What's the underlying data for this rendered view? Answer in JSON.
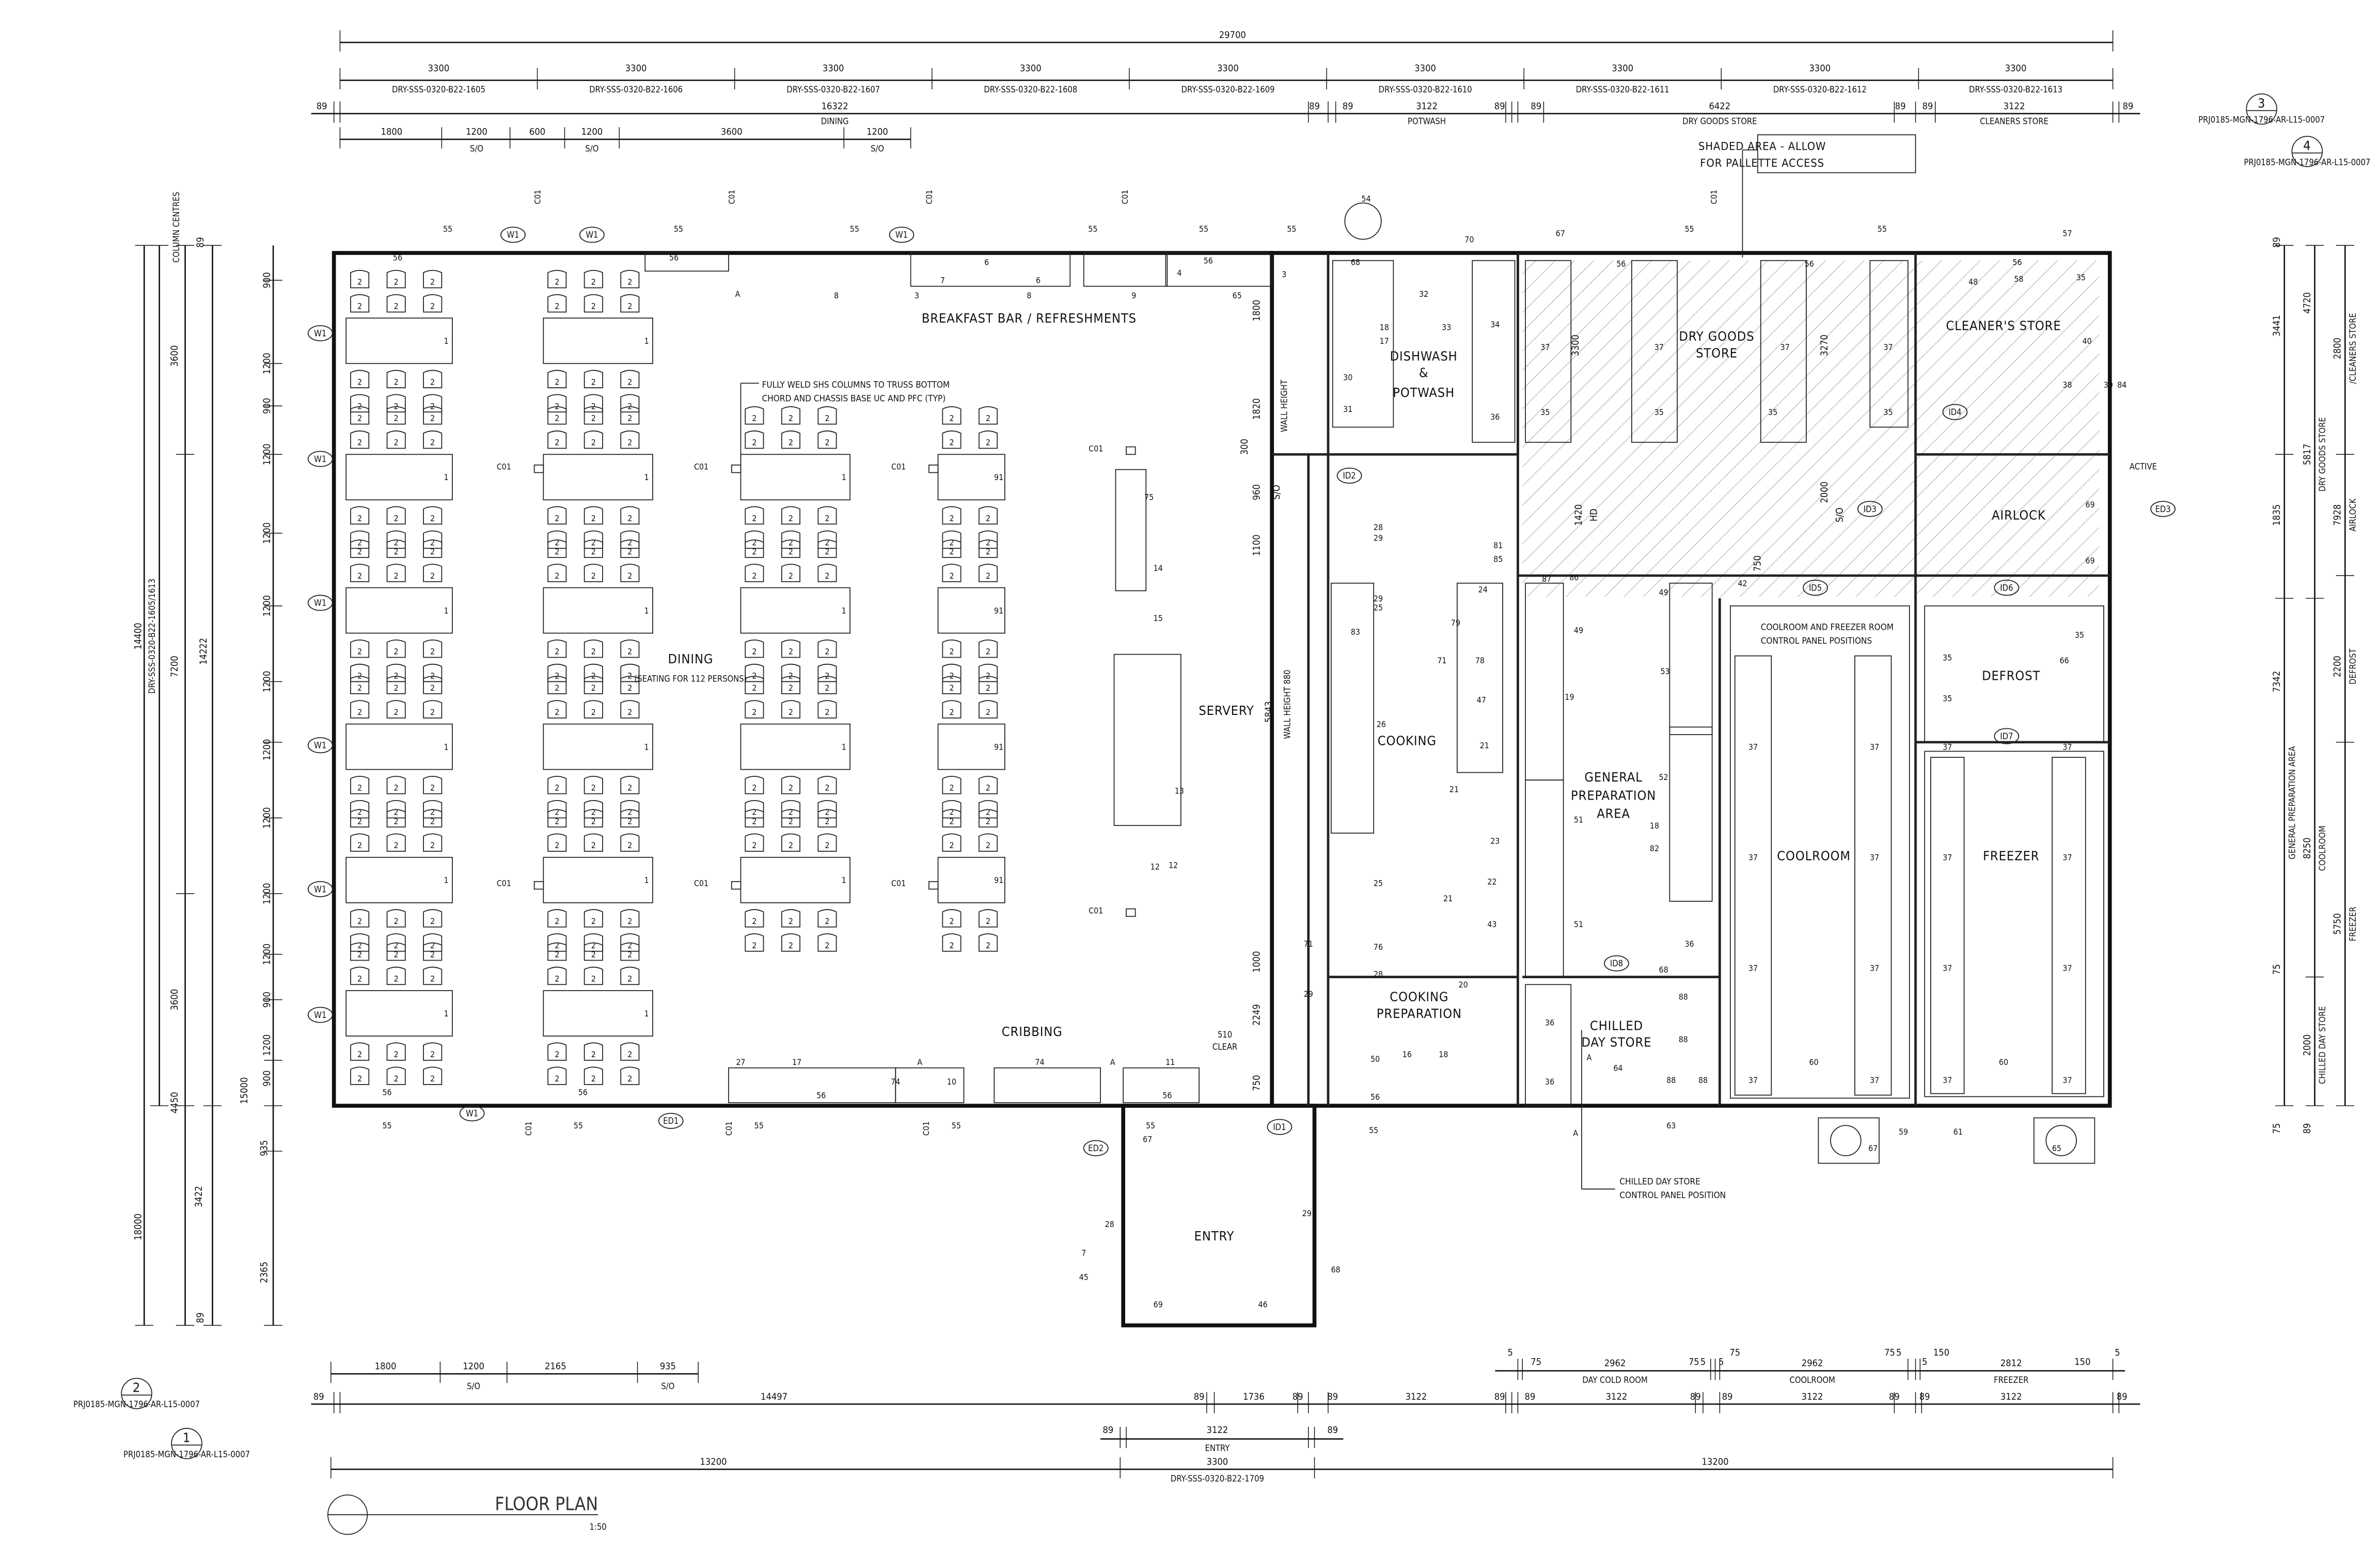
{
  "drawing": {
    "title": "FLOOR PLAN",
    "scale": "1:50"
  },
  "section_markers": [
    {
      "num": "3",
      "ref": "PRJ0185-MGN-1796-AR-L15-0007"
    },
    {
      "num": "4",
      "ref": "PRJ0185-MGN-1796-AR-L15-0007"
    },
    {
      "num": "2",
      "ref": "PRJ0185-MGN-1796-AR-L15-0007"
    },
    {
      "num": "1",
      "ref": "PRJ0185-MGN-1796-AR-L15-0007"
    }
  ],
  "top_dims": {
    "overall": "29700",
    "modules": [
      {
        "value": "3300",
        "ref": "DRY-SSS-0320-B22-1605"
      },
      {
        "value": "3300",
        "ref": "DRY-SSS-0320-B22-1606"
      },
      {
        "value": "3300",
        "ref": "DRY-SSS-0320-B22-1607"
      },
      {
        "value": "3300",
        "ref": "DRY-SSS-0320-B22-1608"
      },
      {
        "value": "3300",
        "ref": "DRY-SSS-0320-B22-1609"
      },
      {
        "value": "3300",
        "ref": "DRY-SSS-0320-B22-1610"
      },
      {
        "value": "3300",
        "ref": "DRY-SSS-0320-B22-1611"
      },
      {
        "value": "3300",
        "ref": "DRY-SSS-0320-B22-1612"
      },
      {
        "value": "3300",
        "ref": "DRY-SSS-0320-B22-1613"
      }
    ],
    "rooms": [
      {
        "value": "89"
      },
      {
        "value": "16322",
        "label": "DINING"
      },
      {
        "value": "89"
      },
      {
        "value": "89"
      },
      {
        "value": "3122",
        "label": "POTWASH"
      },
      {
        "value": "89"
      },
      {
        "value": "89"
      },
      {
        "value": "6422",
        "label": "DRY GOODS STORE"
      },
      {
        "value": "89"
      },
      {
        "value": "89"
      },
      {
        "value": "3122",
        "label": "CLEANERS STORE"
      },
      {
        "value": "89"
      }
    ],
    "openings": [
      {
        "value": "1800"
      },
      {
        "value": "1200",
        "label": "S/O"
      },
      {
        "value": "600"
      },
      {
        "value": "1200",
        "label": "S/O"
      },
      {
        "value": "3600"
      },
      {
        "value": "1200",
        "label": "S/O"
      }
    ]
  },
  "bottom_dims": {
    "openings": [
      {
        "value": "1800"
      },
      {
        "value": "1200",
        "label": "S/O"
      },
      {
        "value": "2165"
      },
      {
        "value": "935",
        "label": "S/O"
      }
    ],
    "cold_rooms": [
      {
        "value": "5"
      },
      {
        "value": "75"
      },
      {
        "value": "2962",
        "label": "DAY COLD ROOM"
      },
      {
        "value": "75"
      },
      {
        "value": "5"
      },
      {
        "value": "5"
      },
      {
        "value": "75"
      },
      {
        "value": "2962",
        "label": "COOLROOM"
      },
      {
        "value": "75"
      },
      {
        "value": "5"
      },
      {
        "value": "5"
      },
      {
        "value": "150"
      },
      {
        "value": "2812",
        "label": "FREEZER"
      },
      {
        "value": "150"
      },
      {
        "value": "5"
      }
    ],
    "modules": [
      {
        "value": "89"
      },
      {
        "value": "14497"
      },
      {
        "value": "89"
      },
      {
        "value": "1736"
      },
      {
        "value": "89"
      },
      {
        "value": "89"
      },
      {
        "value": "3122"
      },
      {
        "value": "89"
      },
      {
        "value": "89"
      },
      {
        "value": "3122"
      },
      {
        "value": "89"
      },
      {
        "value": "89"
      },
      {
        "value": "3122"
      },
      {
        "value": "89"
      },
      {
        "value": "89"
      },
      {
        "value": "3122"
      },
      {
        "value": "89"
      }
    ],
    "entry": [
      {
        "value": "89"
      },
      {
        "value": "3122",
        "label": "ENTRY"
      },
      {
        "value": "89"
      }
    ],
    "overall": [
      {
        "value": "13200"
      },
      {
        "value": "3300",
        "label": "DRY-SSS-0320-B22-1709"
      },
      {
        "value": "13200"
      }
    ]
  },
  "left_dims": {
    "column_centres": "COLUMN CENTRES",
    "overall": "18000",
    "building": "14400",
    "building_ref": "DRY-SSS-0320-B22-1605/1613",
    "segments": [
      "3600",
      "7200",
      "3600",
      "4450",
      "3422",
      "14222",
      "15000",
      "935",
      "2365",
      "89",
      "89"
    ],
    "module_spacing": [
      "900",
      "1200",
      "900",
      "1200",
      "1200",
      "1200",
      "1200",
      "1200",
      "1200",
      "1200",
      "1200",
      "900",
      "1200",
      "900"
    ]
  },
  "right_dims": [
    {
      "value": "3441"
    },
    {
      "value": "4720"
    },
    {
      "value": "5817",
      "label": "DRY GOODS STORE"
    },
    {
      "value": "2800",
      "label": "/CLEANERS STORE"
    },
    {
      "value": "7928",
      "label": "AIRLOCK"
    },
    {
      "value": "1835"
    },
    {
      "value": "7342",
      "label": "GENERAL PREPARATION AREA"
    },
    {
      "value": "8250",
      "label": "COOLROOM"
    },
    {
      "value": "2200",
      "label": "DEFROST"
    },
    {
      "value": "5750",
      "label": "FREEZER"
    },
    {
      "value": "2000",
      "label": "CHILLED DAY STORE"
    },
    {
      "value": "89"
    },
    {
      "value": "75"
    },
    {
      "value": "75"
    },
    {
      "value": "89"
    }
  ],
  "interior_dims": [
    "1800",
    "1820",
    "300",
    "960",
    "S/O",
    "1100",
    "5843",
    "1000",
    "2249",
    "750",
    "1420",
    "HD",
    "3300",
    "3270",
    "2000",
    "S/O",
    "750"
  ],
  "rooms": {
    "dining": "DINING",
    "dining_sub": "(SEATING FOR 112 PERSONS)",
    "breakfast": "BREAKFAST BAR / REFRESHMENTS",
    "servery": "SERVERY",
    "cribbing": "CRIBBING",
    "entry": "ENTRY",
    "dishwash_1": "DISHWASH",
    "dishwash_2": "&",
    "dishwash_3": "POTWASH",
    "cooking": "COOKING",
    "cooking_prep_1": "COOKING",
    "cooking_prep_2": "PREPARATION",
    "general_prep_1": "GENERAL",
    "general_prep_2": "PREPARATION",
    "general_prep_3": "AREA",
    "chilled_1": "CHILLED",
    "chilled_2": "DAY STORE",
    "dry_goods_1": "DRY GOODS",
    "dry_goods_2": "STORE",
    "cleaners": "CLEANER'S STORE",
    "airlock": "AIRLOCK",
    "defrost": "DEFROST",
    "coolroom": "COOLROOM",
    "freezer": "FREEZER",
    "active": "ACTIVE"
  },
  "notes": {
    "shaded_1": "SHADED AREA - ALLOW",
    "shaded_2": "FOR PALLETTE ACCESS",
    "weld_1": "FULLY WELD SHS COLUMNS TO TRUSS BOTTOM",
    "weld_2": "CHORD AND CHASSIS BASE UC AND PFC (TYP)",
    "coolroom_panel_1": "COOLROOM AND FREEZER ROOM",
    "coolroom_panel_2": "CONTROL PANEL POSITIONS",
    "chilled_panel_1": "CHILLED DAY STORE",
    "chilled_panel_2": "CONTROL PANEL POSITION",
    "wall_height_1820": "WALL HEIGHT",
    "wall_height_880": "WALL HEIGHT 880",
    "clear": "CLEAR",
    "clear_dim": "510"
  },
  "door_tags": [
    "W1",
    "W1",
    "W1",
    "W1",
    "W1",
    "W1",
    "W1",
    "W1",
    "W1",
    "W1",
    "ED1",
    "ED2",
    "ED3",
    "ID1",
    "ID2",
    "ID3",
    "ID4",
    "ID5",
    "ID6",
    "ID7",
    "ID8"
  ],
  "furniture": {
    "chair": "2",
    "table": "1",
    "table_alt": "91",
    "column": "C01"
  },
  "equipment_tags": [
    "55",
    "55",
    "55",
    "55",
    "55",
    "55",
    "55",
    "55",
    "56",
    "56",
    "56",
    "56",
    "56",
    "56",
    "55",
    "55",
    "55",
    "55",
    "55",
    "55",
    "56",
    "56",
    "56",
    "56",
    "56",
    "54",
    "70",
    "68",
    "67",
    "57",
    "48",
    "58",
    "35",
    "32",
    "33",
    "34",
    "18",
    "17",
    "30",
    "31",
    "36",
    "37",
    "37",
    "37",
    "37",
    "35",
    "35",
    "35",
    "35",
    "40",
    "38",
    "39",
    "84",
    "69",
    "69",
    "42",
    "49",
    "49",
    "53",
    "51",
    "51",
    "52",
    "18",
    "82",
    "36",
    "68",
    "88",
    "88",
    "88",
    "88",
    "64",
    "36",
    "36",
    "60",
    "60",
    "37",
    "37",
    "37",
    "37",
    "37",
    "37",
    "37",
    "37",
    "37",
    "37",
    "37",
    "37",
    "37",
    "37",
    "37",
    "37",
    "35",
    "35",
    "35",
    "66",
    "75",
    "14",
    "15",
    "13",
    "12",
    "12",
    "28",
    "29",
    "29",
    "83",
    "25",
    "26",
    "25",
    "76",
    "28",
    "29",
    "71",
    "71",
    "47",
    "78",
    "79",
    "24",
    "21",
    "21",
    "23",
    "22",
    "21",
    "43",
    "20",
    "81",
    "85",
    "86",
    "87",
    "19",
    "50",
    "16",
    "18",
    "17",
    "74",
    "74",
    "10",
    "11",
    "27",
    "A",
    "A",
    "A",
    "A",
    "A",
    "63",
    "67",
    "59",
    "65",
    "61",
    "65",
    "9",
    "8",
    "7",
    "6",
    "6",
    "4",
    "3",
    "3",
    "8",
    "7",
    "45",
    "28",
    "29",
    "68",
    "67",
    "69",
    "46",
    "46"
  ]
}
